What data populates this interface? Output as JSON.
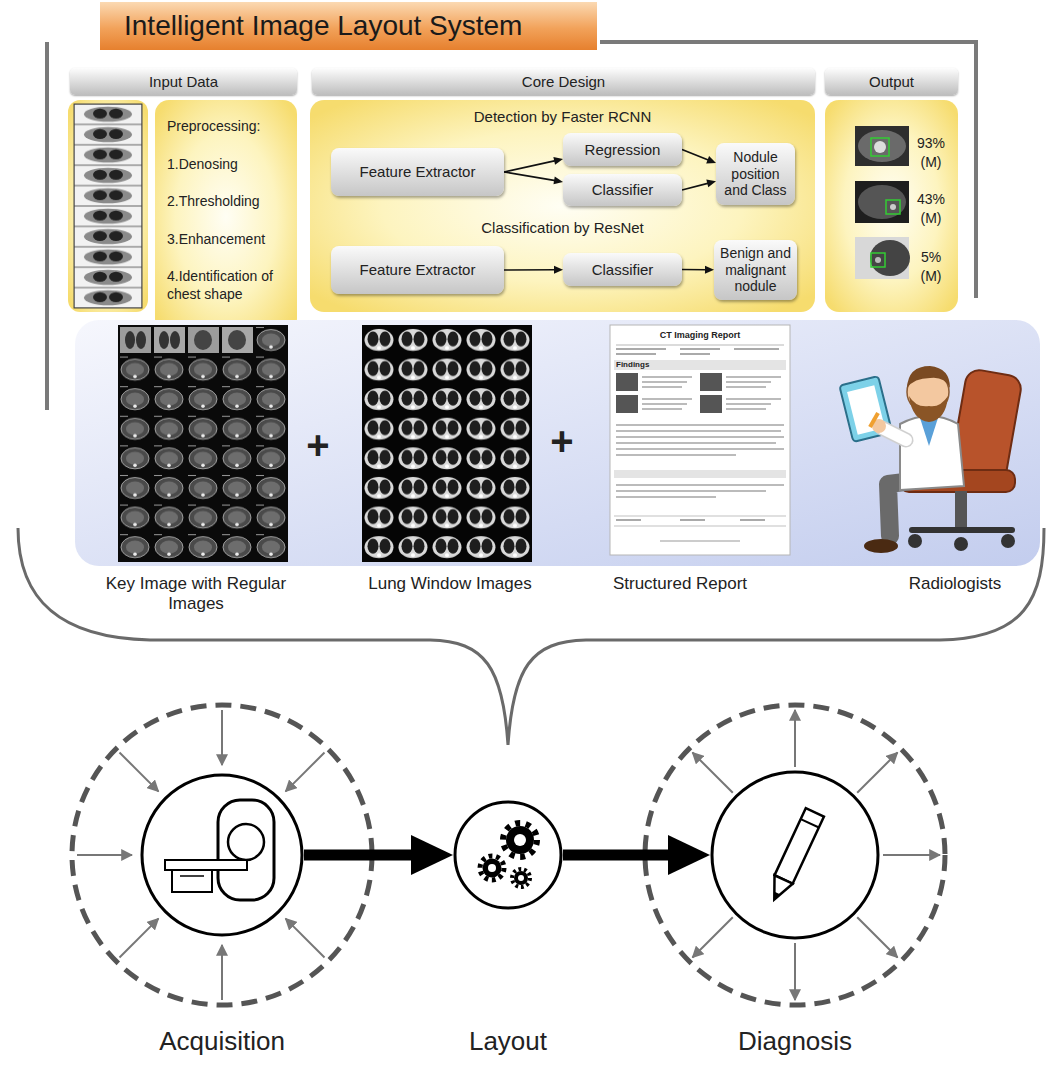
{
  "diagram": {
    "title": "Intelligent Image Layout System",
    "nodes": [
      {
        "text": [
          "Input Data"
        ]
      },
      {
        "text": [
          "Core Design"
        ]
      },
      {
        "text": [
          "Output"
        ]
      },
      {
        "text": [
          "Preprocessing:",
          "1.Denosing",
          "2.Thresholding",
          "3.Enhancement",
          "4.Identification of chest shape"
        ]
      },
      {
        "text": [
          "Detection by Faster RCNN",
          "Classification by ResNet"
        ]
      },
      {
        "text": [
          "Feature Extractor"
        ],
        "in": 4
      },
      {
        "text": [
          "Regression"
        ],
        "in": 4
      },
      {
        "text": [
          "Classifier"
        ],
        "in": 4
      },
      {
        "text": [
          "Nodule position and Class"
        ],
        "in": 4
      },
      {
        "text": [
          "Feature Extractor"
        ],
        "in": 4
      },
      {
        "text": [
          "Classifier"
        ],
        "in": 4
      },
      {
        "text": [
          "Benign and malignant nodule"
        ],
        "in": 4
      },
      {
        "text": [
          "93% (M)",
          "43% (M)",
          "5% (M)"
        ]
      },
      {
        "text": [
          "Acquisition"
        ]
      },
      {
        "text": [
          "Layout"
        ]
      },
      {
        "text": [
          "Diagnosis"
        ]
      }
    ],
    "edges": [
      {
        "from": 5,
        "to": 6,
        "arrow": "to"
      },
      {
        "from": 5,
        "to": 7,
        "arrow": "to"
      },
      {
        "from": 6,
        "to": 8,
        "arrow": "to"
      },
      {
        "from": 7,
        "to": 8,
        "arrow": "to"
      },
      {
        "from": 9,
        "to": 10,
        "arrow": "to"
      },
      {
        "from": 10,
        "to": 11,
        "arrow": "to"
      },
      {
        "from": 13,
        "to": 14,
        "arrow": "to"
      },
      {
        "from": 14,
        "to": 15,
        "arrow": "to"
      }
    ],
    "labels": [
      "+",
      "+",
      "CT Imaging Report",
      "Findings",
      "Key Image with Regular Images",
      "Lung Window Images",
      "Structured Report",
      "Radiologists"
    ]
  }
}
